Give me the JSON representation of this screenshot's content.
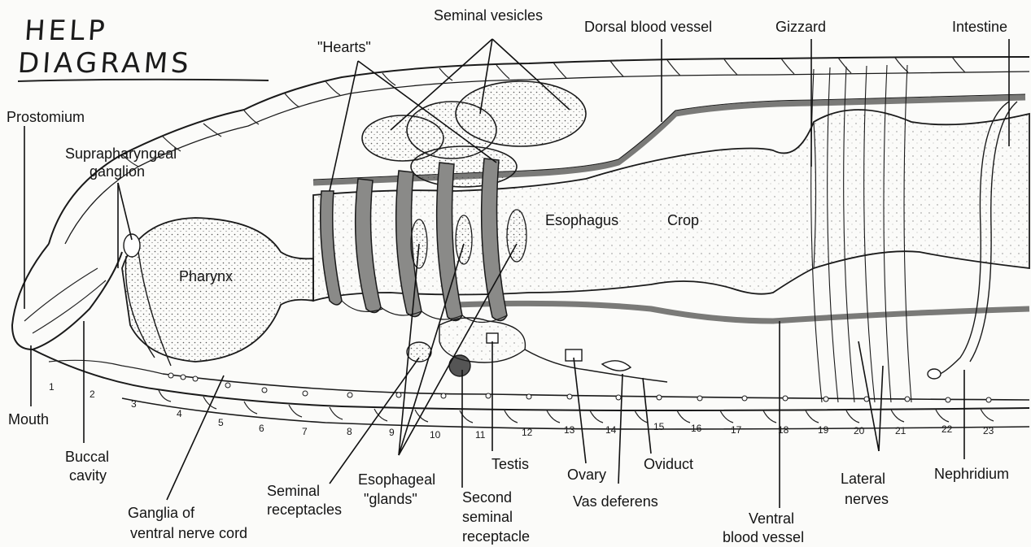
{
  "title": {
    "line1": "HELP",
    "line2": "DIAGRAMS"
  },
  "labels": {
    "seminal_vesicles": "Seminal vesicles",
    "dorsal_blood_vessel": "Dorsal blood vessel",
    "gizzard": "Gizzard",
    "intestine": "Intestine",
    "hearts": "\"Hearts\"",
    "prostomium": "Prostomium",
    "suprapharyngeal_1": "Suprapharyngeal",
    "suprapharyngeal_2": "ganglion",
    "pharynx": "Pharynx",
    "esophagus": "Esophagus",
    "crop": "Crop",
    "mouth": "Mouth",
    "buccal_1": "Buccal",
    "buccal_2": "cavity",
    "ganglia_1": "Ganglia of",
    "ganglia_2": "ventral  nerve cord",
    "seminal_receptacles_1": "Seminal",
    "seminal_receptacles_2": "receptacles",
    "esophageal_glands_1": "Esophageal",
    "esophageal_glands_2": "\"glands\"",
    "second_sr_1": "Second",
    "second_sr_2": "seminal",
    "second_sr_3": "receptacle",
    "testis": "Testis",
    "ovary": "Ovary",
    "vas_deferens": "Vas deferens",
    "oviduct": "Oviduct",
    "ventral_bv_1": "Ventral",
    "ventral_bv_2": "blood vessel",
    "lateral_nerves_1": "Lateral",
    "lateral_nerves_2": "nerves",
    "nephridium": "Nephridium"
  },
  "segments": [
    "1",
    "2",
    "3",
    "4",
    "5",
    "6",
    "7",
    "8",
    "9",
    "10",
    "11",
    "12",
    "13",
    "14",
    "15",
    "16",
    "17",
    "18",
    "19",
    "20",
    "21",
    "22",
    "23"
  ],
  "colors": {
    "ink": "#141414",
    "paper": "#fbfbf9",
    "vessel": "#8a8a88"
  }
}
